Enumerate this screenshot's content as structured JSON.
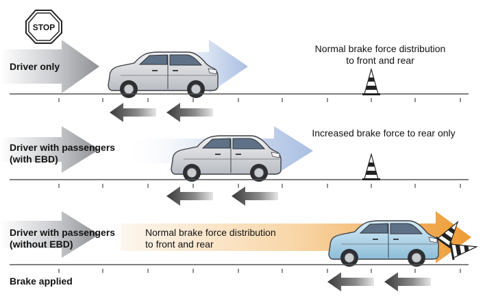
{
  "stop_sign": {
    "text": "STOP"
  },
  "rows": [
    {
      "label_line1": "Driver only",
      "label_line2": "",
      "description_line1": "Normal brake force distribution",
      "description_line2": "to front and rear"
    },
    {
      "label_line1": "Driver with passengers",
      "label_line2": "(with EBD)",
      "description_line1": "Increased brake force to rear only",
      "description_line2": ""
    },
    {
      "label_line1": "Driver with passengers",
      "label_line2": "(without EBD)",
      "description_line1": "Normal brake force distribution",
      "description_line2": "to front and rear"
    }
  ],
  "footer": {
    "brake_applied": "Brake applied"
  },
  "colors": {
    "motion_arrow_gray": "#9a9ca0",
    "motion_arrow_blue": "#b8c8e6",
    "motion_arrow_orange": "#f0a040",
    "car_silver": "#d6d9de",
    "car_blue": "#a8cde4",
    "road_line": "#555555"
  }
}
